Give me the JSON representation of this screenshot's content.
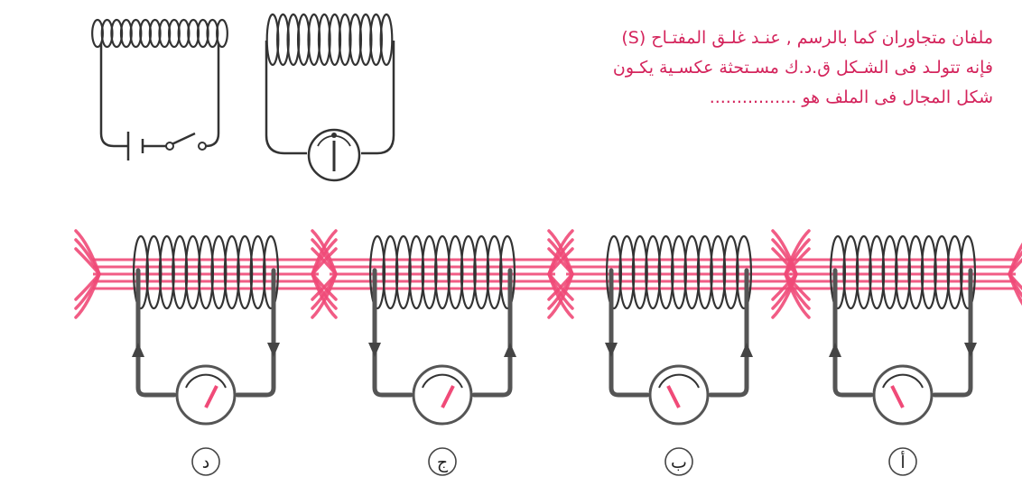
{
  "question": {
    "line1": "ملفان متجاوران كما بالرسم , عنـد غلـق المفتـاح (S)",
    "line2": "فإنه تتولـد فى الشـكل ق.د.ك مسـتحثة عكسـية يكـون",
    "line3": "شكل المجال فى الملف هو ................"
  },
  "options": [
    {
      "label": "د",
      "current": "up-left"
    },
    {
      "label": "ج",
      "current": "down-left"
    },
    {
      "label": "ب",
      "current": "down-right"
    },
    {
      "label": "أ",
      "current": "up-right"
    }
  ],
  "colors": {
    "field": "#f04a78",
    "text": "#d4245c",
    "wire": "#555555"
  }
}
